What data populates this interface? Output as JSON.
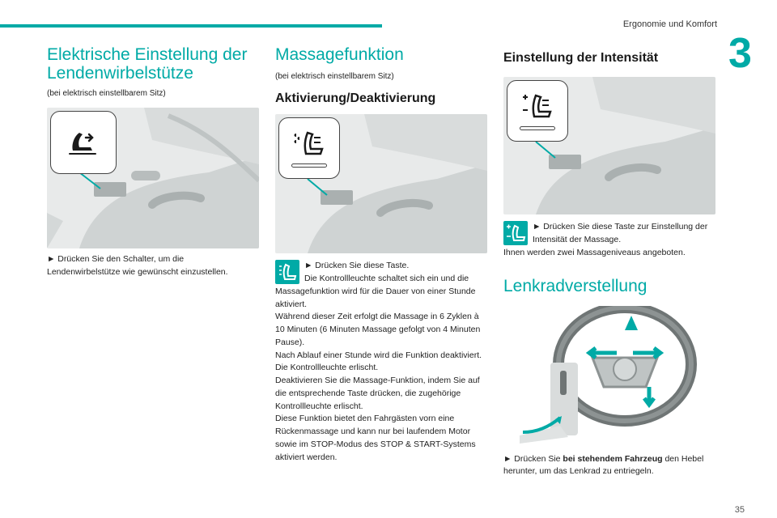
{
  "header": {
    "section": "Ergonomie und Komfort",
    "chapter": "3"
  },
  "col1": {
    "title": "Elektrische Einstellung der Lendenwirbelstütze",
    "subtitle": "(bei elektrisch einstellbarem Sitz)",
    "instruction": "► Drücken Sie den Schalter, um die Lendenwirbelstütze wie gewünscht einzustellen."
  },
  "col2": {
    "title": "Massagefunktion",
    "subtitle": "(bei elektrisch einstellbarem Sitz)",
    "heading": "Aktivierung/Deaktivierung",
    "instruction": "► Drücken Sie diese Taste.",
    "paragraph1": "Die Kontrollleuchte schaltet sich ein und die Massagefunktion wird für die Dauer von einer Stunde aktiviert.",
    "paragraph2": "Während dieser Zeit erfolgt die Massage in 6 Zyklen à 10 Minuten (6 Minuten Massage gefolgt von 4 Minuten Pause).",
    "paragraph3": "Nach Ablauf einer Stunde wird die Funktion deaktiviert. Die Kontrollleuchte erlischt.",
    "paragraph4": "Deaktivieren Sie die Massage-Funktion, indem Sie auf die entsprechende Taste drücken, die zugehörige Kontrollleuchte erlischt.",
    "paragraph5": "Diese Funktion bietet den Fahrgästen vorn eine Rückenmassage und kann nur bei laufendem Motor sowie im STOP-Modus des STOP & START-Systems aktiviert werden."
  },
  "col3": {
    "heading": "Einstellung der Intensität",
    "instruction": "► Drücken Sie diese Taste zur Einstellung der Intensität der Massage.",
    "note": "Ihnen werden zwei Massageniveaus angeboten.",
    "title2": "Lenkradverstellung",
    "steering_prefix": "► Drücken Sie ",
    "steering_bold": "bei stehendem Fahrzeug",
    "steering_suffix": " den Hebel herunter, um das Lenkrad zu entriegeln."
  },
  "footer": {
    "page": "35"
  },
  "colors": {
    "accent": "#00aaa6"
  }
}
